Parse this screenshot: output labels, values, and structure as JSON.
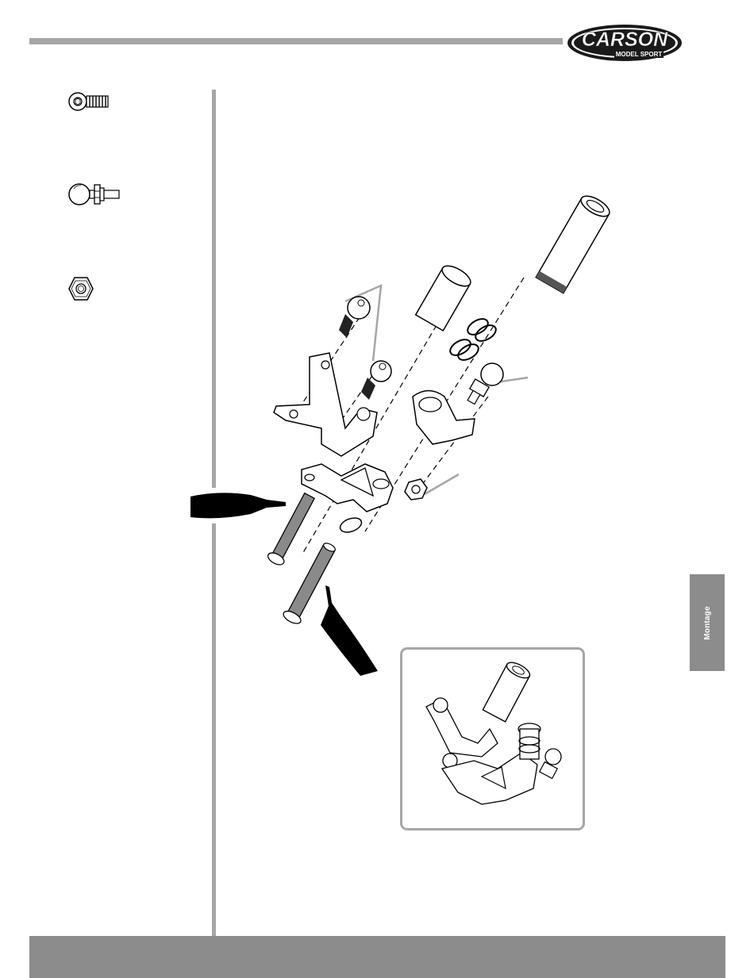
{
  "header": {
    "brand_name": "CARSON",
    "brand_sub": "MODEL SPORT",
    "brand_color": "#1a1a1a",
    "rule_color": "#a6a6a6"
  },
  "parts_legend": [
    {
      "icon": "ball-stud-screw-icon"
    },
    {
      "icon": "ball-stud-with-nut-icon"
    },
    {
      "icon": "hex-nut-icon"
    }
  ],
  "side_tab": {
    "label": "Montage",
    "color": "#8c8c8c"
  },
  "footer": {
    "color": "#8c8c8c"
  }
}
